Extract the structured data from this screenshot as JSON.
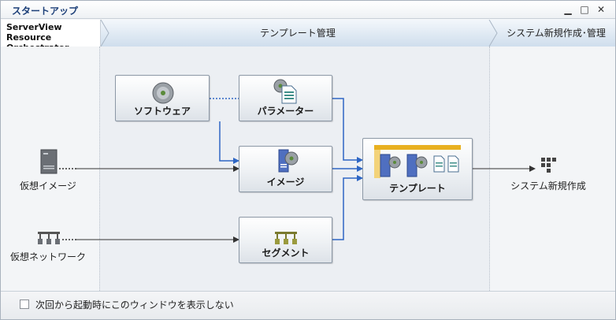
{
  "window": {
    "title": "スタートアップ",
    "minimize_glyph": "▁",
    "maximize_glyph": "□",
    "close_glyph": "✕"
  },
  "header": {
    "brand_line1": "ServerView",
    "brand_line2": "Resource Orchestrator",
    "steps": [
      {
        "label": "テンプレート管理"
      },
      {
        "label": "システム新規作成･管理"
      }
    ]
  },
  "diagram": {
    "virtual_image": {
      "label": "仮想イメージ",
      "icon": "server-icon"
    },
    "virtual_network": {
      "label": "仮想ネットワーク",
      "icon": "network-switch-icon"
    },
    "software": {
      "label": "ソフトウェア",
      "icon": "disc-icon"
    },
    "parameter": {
      "label": "パラメーター",
      "icon": "parameter-document-icon"
    },
    "image": {
      "label": "イメージ",
      "icon": "image-server-disc-icon"
    },
    "segment": {
      "label": "セグメント",
      "icon": "segment-network-icon"
    },
    "template": {
      "label": "テンプレート",
      "icon": "template-bundle-icon"
    },
    "system_create": {
      "label": "システム新規作成",
      "icon": "system-blocks-icon"
    }
  },
  "colors": {
    "arrow_blue": "#2e66c4",
    "arrow_dark": "#333333",
    "title_blue": "#1c3f78"
  },
  "footer": {
    "dont_show_label": "次回から起動時にこのウィンドウを表示しない",
    "checked": false
  }
}
